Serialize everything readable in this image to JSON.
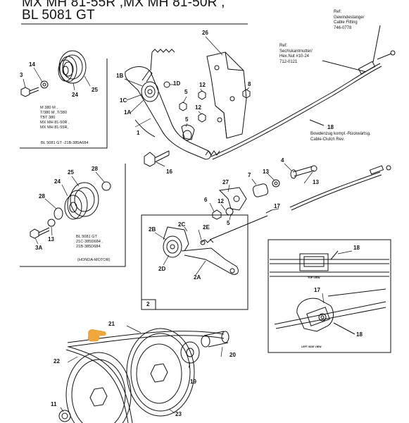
{
  "header": {
    "title_line1": "MX MH 81-55R ,MX MH 81-50R ,",
    "title_line2": "BL 5081 GT"
  },
  "refs": {
    "cable_fitting": [
      "Ref:",
      "Gewindestange/",
      "Cable Fitting",
      "746-0778"
    ],
    "hex_nut": [
      "Ref:",
      "Sechskantmutter/",
      "Hex.Nut #10-24",
      "712-0121"
    ],
    "bowden": [
      "Bowdenzug kompl.-Rückwärtsg.",
      "Cable-Clutch Rev."
    ]
  },
  "insets": {
    "models": [
      "M 380 M ,",
      "T/380 M ,T/380",
      "TBT 380",
      "MX MH 81-50R ,",
      "MX MH 81-55R,"
    ],
    "models_note": "BL 5081 GT -21B-385A684",
    "honda": [
      "BL 5081 GT",
      "21C-385D684 ,",
      "21B-385D684"
    ],
    "honda_note": "(HONDA-MOTOR)",
    "box_label": "2",
    "top_view": "TOP VIEW",
    "left_side_view": "LEFT SIDE VIEW"
  },
  "parts": {
    "p1": "1",
    "p1a": "1A",
    "p1b": "1B",
    "p1c": "1C",
    "p1d": "1D",
    "p2": "2",
    "p2a": "2A",
    "p2b": "2B",
    "p2c": "2C",
    "p2d": "2D",
    "p2e": "2E",
    "p3": "3",
    "p3a": "3A",
    "p4": "4",
    "p5": "5",
    "p6": "6",
    "p7": "7",
    "p8": "8",
    "p11": "11",
    "p12": "12",
    "p13": "13",
    "p14": "14",
    "p16": "16",
    "p17": "17",
    "p18": "18",
    "p19": "19",
    "p20": "20",
    "p21": "21",
    "p22": "22",
    "p23": "23",
    "p24": "24",
    "p25": "25",
    "p26": "26",
    "p27": "27",
    "p28": "28"
  },
  "colors": {
    "line": "#111111",
    "pointer": "#f0a83a"
  },
  "icons": {
    "pointer": "pointing-hand-icon"
  }
}
